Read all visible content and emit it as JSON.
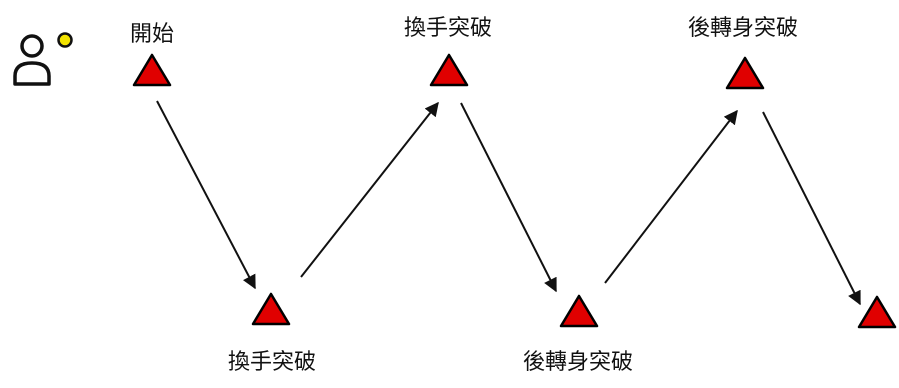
{
  "player_icon": "person-icon",
  "indicator_color": "#f2e300",
  "marker_color": "#e00000",
  "marker_stroke": "#000000",
  "arrow_color": "#111111",
  "steps": [
    {
      "label": "開始"
    },
    {
      "label": "換手突破"
    },
    {
      "label": "換手突破"
    },
    {
      "label": "後轉身突破"
    },
    {
      "label": "後轉身突破"
    },
    {
      "label": ""
    }
  ]
}
